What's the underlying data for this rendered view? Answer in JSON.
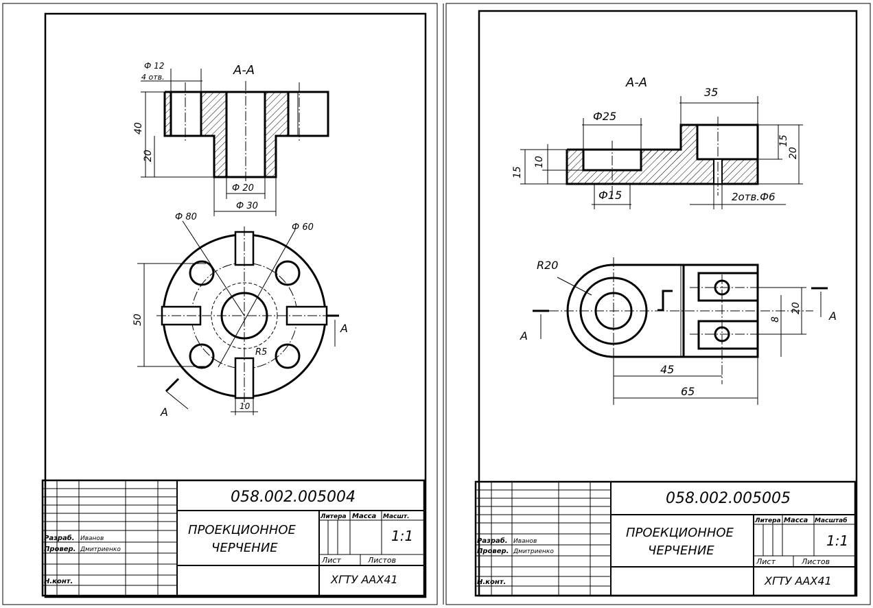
{
  "sheets": [
    {
      "doc_number": "058.002.005004",
      "title_line1": "ПРОЕКЦИОННОЕ",
      "title_line2": "ЧЕРЧЕНИЕ",
      "col_litera": "Литера",
      "col_mass": "Масса",
      "col_scale": "Масшт.",
      "scale": "1:1",
      "sheet_label": "Лист",
      "sheets_label": "Листов",
      "org": "ХГТУ ААХ41",
      "row_developer": "Разраб.",
      "row_checker": "Провер.",
      "developer": "Иванов",
      "checker": "Дмитриенко",
      "row_ncontrol": "Н.конт.",
      "section_label": "А-А",
      "cut_letter": "А",
      "dims": {
        "hole_dia": "Ф 12",
        "hole_count": "4 отв.",
        "h40": "40",
        "h20": "20",
        "d20": "Ф 20",
        "d30": "Ф 30",
        "d80": "Ф 80",
        "d60": "Ф 60",
        "h50": "50",
        "r5": "R5",
        "w10": "10"
      }
    },
    {
      "doc_number": "058.002.005005",
      "title_line1": "ПРОЕКЦИОННОЕ",
      "title_line2": "ЧЕРЧЕНИЕ",
      "col_litera": "Литера",
      "col_mass": "Масса",
      "col_scale": "Масштаб",
      "scale": "1:1",
      "sheet_label": "Лист",
      "sheets_label": "Листов",
      "org": "ХГТУ ААХ41",
      "row_developer": "Разраб.",
      "row_checker": "Провер.",
      "developer": "Иванов",
      "checker": "Дмитриенко",
      "row_ncontrol": "Н.конт.",
      "section_label": "А-А",
      "cut_letter": "А",
      "dims": {
        "w35": "35",
        "d25": "Ф25",
        "h15": "15",
        "h10": "10",
        "d15": "Ф15",
        "h15r": "15",
        "h20r": "20",
        "holes": "2отв.Ф6",
        "r20": "R20",
        "v20": "20",
        "v8": "8",
        "l45": "45",
        "l65": "65"
      }
    }
  ]
}
